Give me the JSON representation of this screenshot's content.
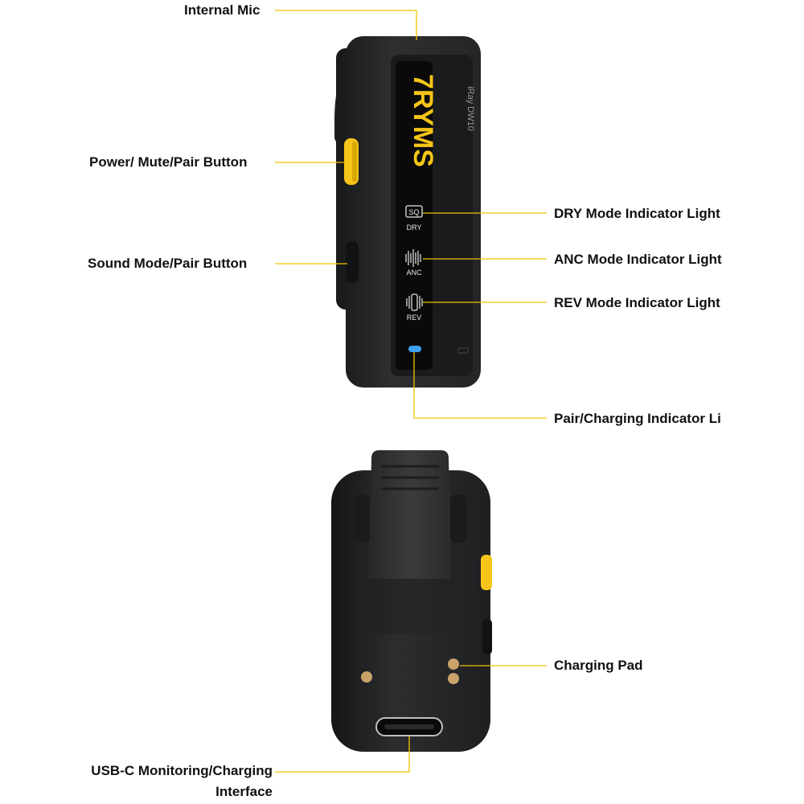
{
  "device": {
    "brand": "7RYMS",
    "model": "iRay DW10",
    "led_labels": {
      "dry": "DRY",
      "anc": "ANC",
      "rev": "REV",
      "sq": "SQ"
    },
    "colors": {
      "body": "#2b2c2e",
      "panel": "#0d0d0e",
      "accent_yellow": "#f5c518",
      "pair_led": "#3fa3f0",
      "charging_pad": "#c9a26a",
      "callout_line": "#f2c200"
    }
  },
  "callouts": {
    "internal_mic": "Internal Mic",
    "power_button": "Power/ Mute/Pair Button",
    "sound_mode_button": "Sound Mode/Pair Button",
    "dry_light": "DRY Mode Indicator Light",
    "anc_light": "ANC Mode Indicator Light",
    "rev_light": "REV Mode Indicator Light",
    "pair_light": "Pair/Charging Indicator Li",
    "charging_pad": "Charging Pad",
    "usb_c_line1": "USB-C Monitoring/Charging",
    "usb_c_line2": "Interface"
  }
}
